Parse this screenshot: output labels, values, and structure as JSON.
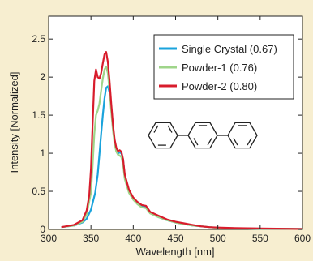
{
  "chart_data": {
    "type": "line",
    "xlabel": "Wavelength [nm]",
    "ylabel": "Intensity [Normalized]",
    "xlim": [
      300,
      600
    ],
    "ylim": [
      0,
      2.8
    ],
    "xticks": [
      300,
      350,
      400,
      450,
      500,
      550,
      600
    ],
    "xtick_labels": [
      "300",
      "350",
      "400",
      "450",
      "500",
      "550",
      "600"
    ],
    "yticks": [
      0,
      0.5,
      1,
      1.5,
      2,
      2.5
    ],
    "ytick_labels": [
      "0",
      "0.5",
      "1",
      "1.5",
      "2",
      "2.5"
    ],
    "grid": false,
    "legend_position": "top-right",
    "series": [
      {
        "name": "Single Crystal (0.67)",
        "color": "#1aa3dc",
        "x": [
          315,
          330,
          340,
          345,
          350,
          355,
          358,
          360,
          362,
          364,
          366,
          368,
          370,
          372,
          374,
          376,
          378,
          380,
          382,
          384,
          386,
          388,
          390,
          395,
          400,
          405,
          410,
          415,
          420,
          430,
          440,
          450,
          460,
          470,
          480,
          490,
          500,
          520,
          550,
          580,
          600
        ],
        "y": [
          0.03,
          0.05,
          0.09,
          0.14,
          0.26,
          0.48,
          0.72,
          0.98,
          1.25,
          1.5,
          1.72,
          1.86,
          1.88,
          1.8,
          1.62,
          1.35,
          1.15,
          1.03,
          1.0,
          1.01,
          1.0,
          0.92,
          0.7,
          0.5,
          0.4,
          0.34,
          0.3,
          0.29,
          0.22,
          0.16,
          0.12,
          0.09,
          0.07,
          0.05,
          0.04,
          0.03,
          0.02,
          0.015,
          0.01,
          0.008,
          0.005
        ]
      },
      {
        "name": "Powder-1 (0.76)",
        "color": "#9fd58a",
        "x": [
          315,
          330,
          340,
          345,
          350,
          352,
          354,
          356,
          358,
          360,
          362,
          364,
          366,
          368,
          370,
          372,
          374,
          376,
          378,
          380,
          382,
          384,
          386,
          388,
          390,
          395,
          400,
          405,
          410,
          415,
          420,
          430,
          440,
          450,
          460,
          470,
          480,
          490,
          500,
          520,
          550,
          580,
          600
        ],
        "y": [
          0.03,
          0.05,
          0.1,
          0.2,
          0.48,
          0.85,
          1.25,
          1.5,
          1.56,
          1.65,
          1.82,
          1.98,
          2.1,
          2.14,
          2.05,
          1.82,
          1.55,
          1.3,
          1.12,
          1.02,
          0.98,
          0.97,
          0.95,
          0.85,
          0.66,
          0.48,
          0.39,
          0.33,
          0.29,
          0.28,
          0.21,
          0.16,
          0.12,
          0.09,
          0.07,
          0.05,
          0.04,
          0.03,
          0.02,
          0.015,
          0.01,
          0.008,
          0.005
        ]
      },
      {
        "name": "Powder-2 (0.80)",
        "color": "#d81c2c",
        "x": [
          315,
          330,
          340,
          345,
          348,
          350,
          352,
          354,
          356,
          358,
          360,
          362,
          364,
          366,
          368,
          370,
          372,
          374,
          376,
          378,
          380,
          382,
          384,
          386,
          388,
          390,
          395,
          400,
          405,
          410,
          415,
          420,
          430,
          440,
          450,
          460,
          470,
          480,
          490,
          500,
          520,
          550,
          580,
          600
        ],
        "y": [
          0.03,
          0.06,
          0.12,
          0.25,
          0.45,
          0.8,
          1.4,
          1.95,
          2.1,
          2.0,
          1.98,
          2.05,
          2.18,
          2.3,
          2.33,
          2.2,
          1.95,
          1.65,
          1.38,
          1.18,
          1.07,
          1.03,
          1.04,
          1.02,
          0.92,
          0.72,
          0.52,
          0.42,
          0.36,
          0.32,
          0.31,
          0.23,
          0.18,
          0.13,
          0.1,
          0.08,
          0.06,
          0.04,
          0.03,
          0.025,
          0.018,
          0.012,
          0.008,
          0.005
        ]
      }
    ]
  },
  "inset_structure": {
    "icon": "terphenyl-structure-icon"
  }
}
